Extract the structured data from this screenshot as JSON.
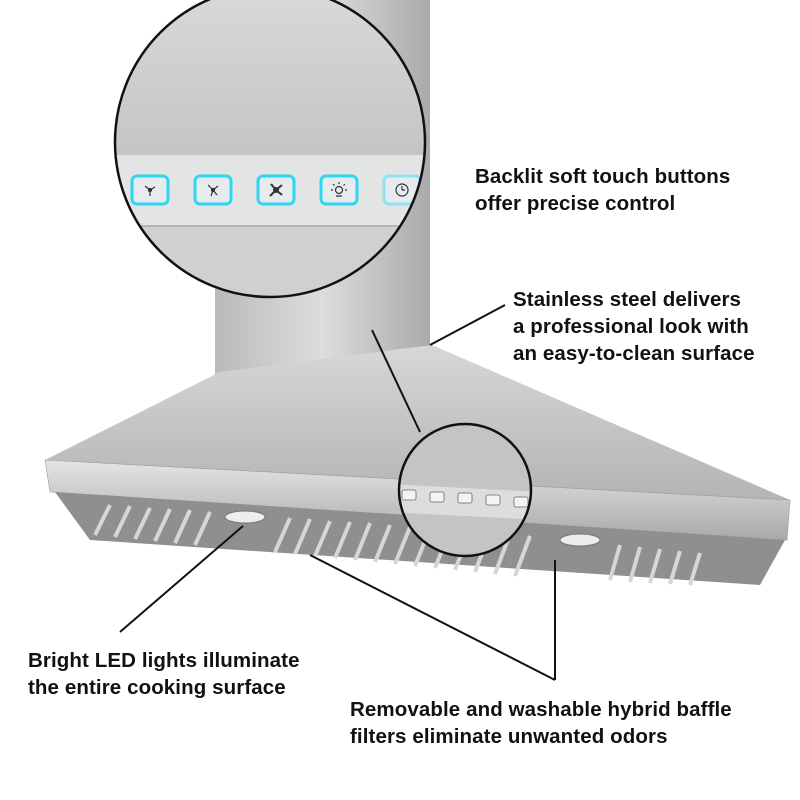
{
  "captions": {
    "buttons": [
      "Backlit soft touch buttons",
      "offer precise control"
    ],
    "steel": [
      "Stainless steel delivers",
      "a professional look with",
      "an easy-to-clean surface"
    ],
    "lights": [
      "Bright LED lights illuminate",
      "the entire cooking surface"
    ],
    "filters": [
      "Removable and washable hybrid baffle",
      "filters eliminate unwanted odors"
    ]
  },
  "control_buttons": [
    "fan-low-icon",
    "fan-medium-icon",
    "fan-high-icon",
    "light-icon",
    "timer-icon"
  ],
  "colors": {
    "backlight": "#2fd6f0",
    "steel": "#c9cacb",
    "text": "#111111"
  }
}
